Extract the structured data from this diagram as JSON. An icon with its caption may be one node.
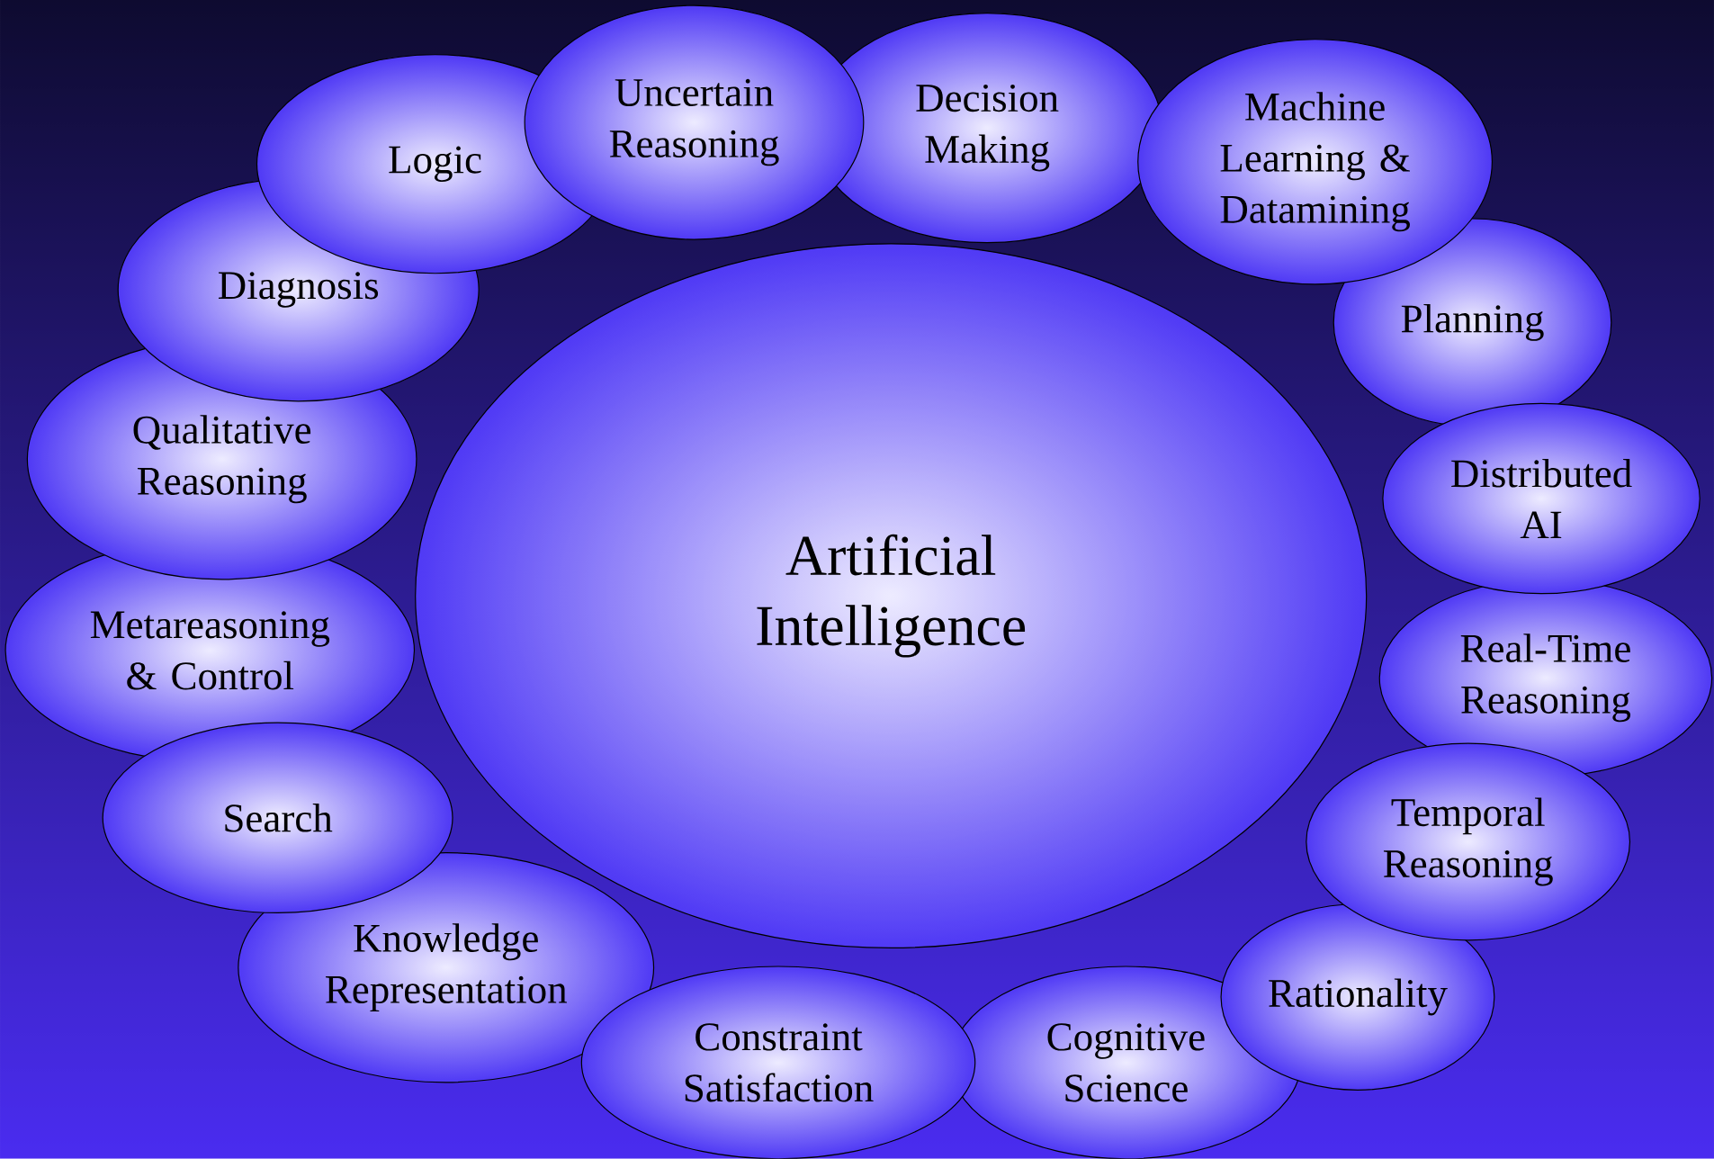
{
  "diagram": {
    "nodes": [
      {
        "text": [
          "Artificial Intelligence"
        ]
      },
      {
        "text": [
          "Logic"
        ]
      },
      {
        "text": [
          "Uncertain Reasoning"
        ]
      },
      {
        "text": [
          "Decision Making"
        ]
      },
      {
        "text": [
          "Machine Learning & Datamining"
        ]
      },
      {
        "text": [
          "Planning"
        ]
      },
      {
        "text": [
          "Distributed AI"
        ]
      },
      {
        "text": [
          "Real-Time Reasoning"
        ]
      },
      {
        "text": [
          "Temporal Reasoning"
        ]
      },
      {
        "text": [
          "Rationality"
        ]
      },
      {
        "text": [
          "Cognitive Science"
        ]
      },
      {
        "text": [
          "Constraint Satisfaction"
        ]
      },
      {
        "text": [
          "Knowledge Representation"
        ]
      },
      {
        "text": [
          "Search"
        ]
      },
      {
        "text": [
          "Metareasoning & Control"
        ]
      },
      {
        "text": [
          "Qualitative Reasoning"
        ]
      },
      {
        "text": [
          "Diagnosis"
        ]
      }
    ]
  }
}
